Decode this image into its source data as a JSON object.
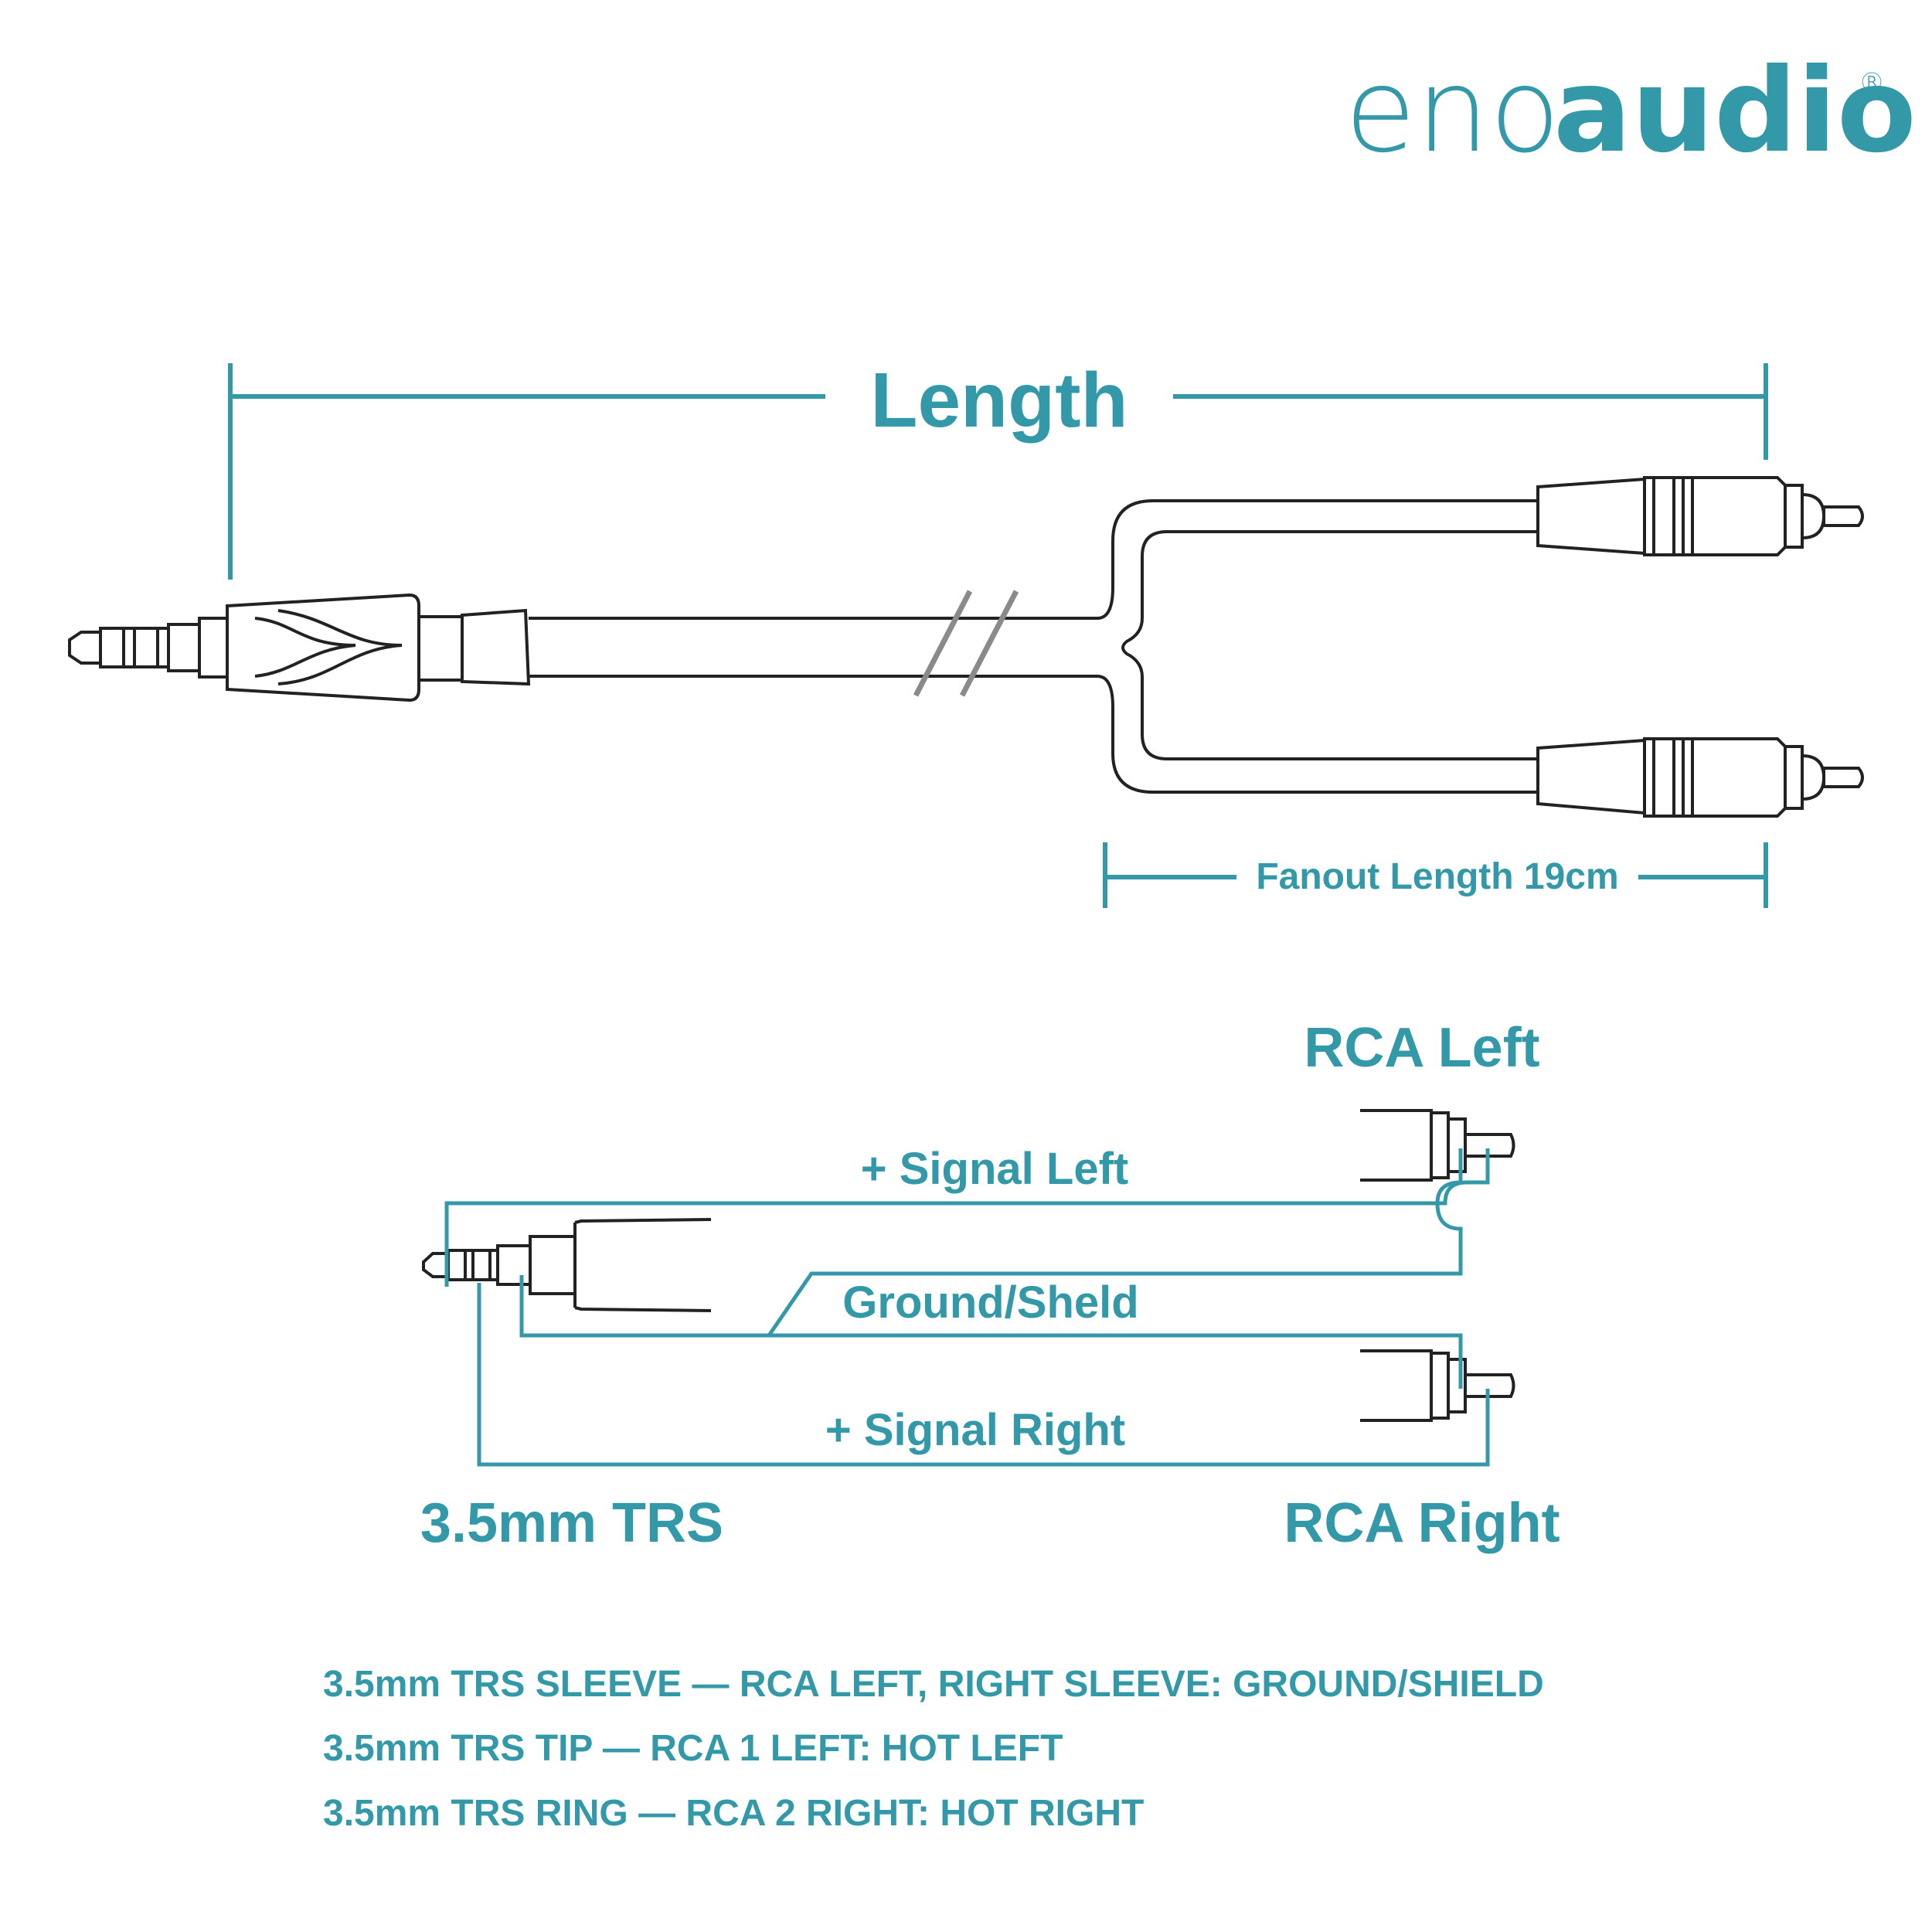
{
  "brand": {
    "logo_light": "eno",
    "logo_bold": "audio",
    "registered_mark": "®"
  },
  "dimensions": {
    "length_label": "Length",
    "fanout_label": "Fanout Length 19cm"
  },
  "wiring": {
    "rca_left_title": "RCA Left",
    "rca_right_title": "RCA Right",
    "trs_title": "3.5mm TRS",
    "signal_left": "+ Signal Left",
    "ground": "Ground/Sheld",
    "signal_right": "+ Signal Right"
  },
  "pinout": [
    "3.5mm TRS SLEEVE — RCA LEFT, RIGHT SLEEVE: GROUND/SHIELD",
    "3.5mm TRS TIP — RCA 1 LEFT: HOT LEFT",
    "3.5mm TRS RING — RCA 2 RIGHT: HOT RIGHT"
  ],
  "colors": {
    "accent": "#3399a8",
    "line": "#222222"
  }
}
